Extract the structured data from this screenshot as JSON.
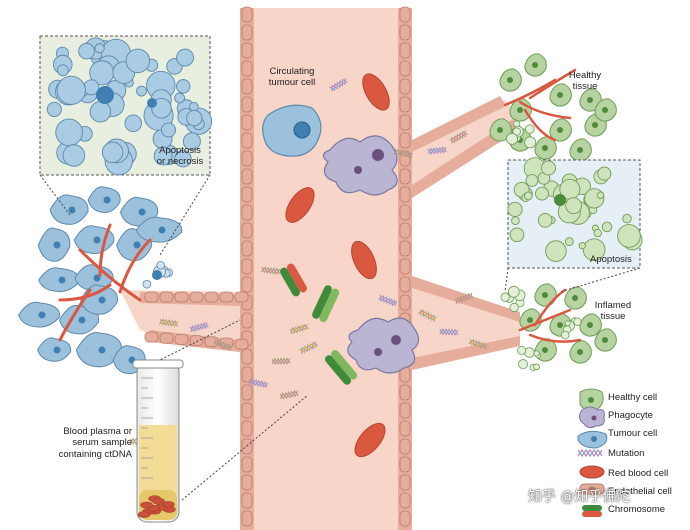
{
  "labels": {
    "circulating_tumour_cell": "Circulating\ntumour cell",
    "healthy_tissue": "Healthy\ntissue",
    "apoptosis_or_necrosis": "Apoptosis\nor necrosis",
    "apoptosis": "Apoptosis",
    "inflamed_tissue": "Inflamed\ntissue",
    "blood_sample": "Blood plasma or\nserum sample\ncontaining ctDNA"
  },
  "legend": [
    {
      "icon": "healthy-cell-icon",
      "label": "Healthy cell"
    },
    {
      "icon": "phagocyte-icon",
      "label": "Phagocyte"
    },
    {
      "icon": "tumour-cell-icon",
      "label": "Tumour cell"
    },
    {
      "icon": "mutation-icon",
      "label": "Mutation"
    },
    {
      "icon": "red-blood-cell-icon",
      "label": "Red blood cell"
    },
    {
      "icon": "endothelial-cell-icon",
      "label": "Endothelial cell"
    },
    {
      "icon": "chromosome-icon",
      "label": "Chromosome"
    }
  ],
  "watermark": "知乎 @知乎佛陀",
  "colors": {
    "vessel": "#f7d5c8",
    "vessel_wall": "#e6ac9c",
    "red_blood_cell": "#d9583f",
    "tumour_cell": "#9cc1dd",
    "healthy_cell": "#b7d3a1",
    "phagocyte": "#b9b5d2",
    "plasma": "#f3dd96"
  }
}
